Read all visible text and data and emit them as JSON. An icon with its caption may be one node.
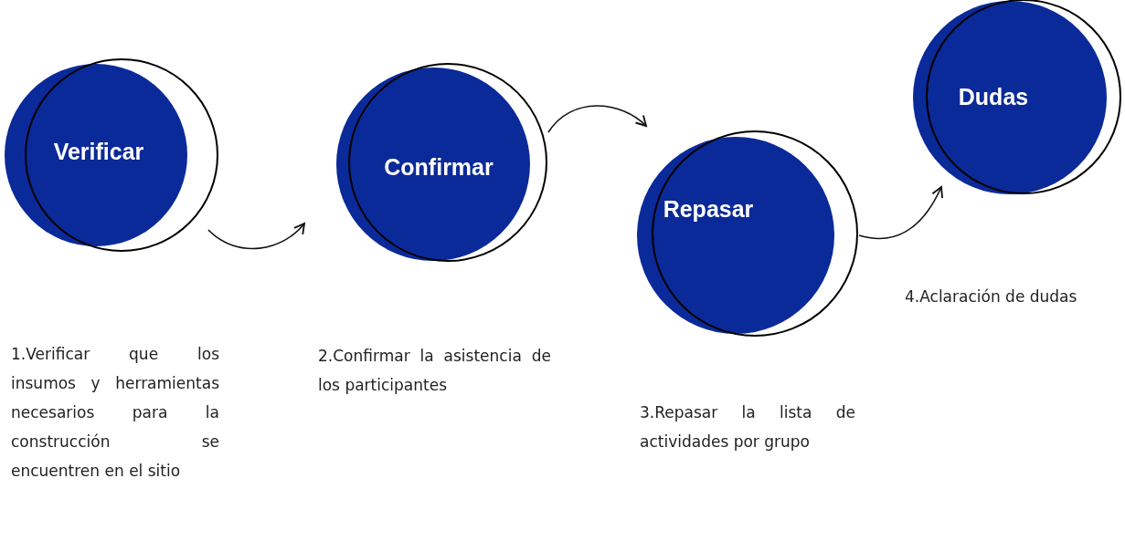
{
  "diagram": {
    "nodes": [
      {
        "text": [
          "Verificar"
        ]
      },
      {
        "text": [
          "Confirmar"
        ]
      },
      {
        "text": [
          "Repasar"
        ]
      },
      {
        "text": [
          "Dudas"
        ]
      }
    ],
    "edges": [
      {
        "from": 0,
        "to": 1,
        "arrow": "to"
      },
      {
        "from": 1,
        "to": 2,
        "arrow": "to"
      },
      {
        "from": 2,
        "to": 3,
        "arrow": "to"
      }
    ],
    "labels": [
      "1.Verificar que los insumos y herramientas necesarios para la construcción se encuentren en el sitio",
      "2.Confirmar la asistencia de los participantes",
      "4.Aclaración de dudas",
      "3.Repasar la lista de actividades por grupo"
    ]
  }
}
